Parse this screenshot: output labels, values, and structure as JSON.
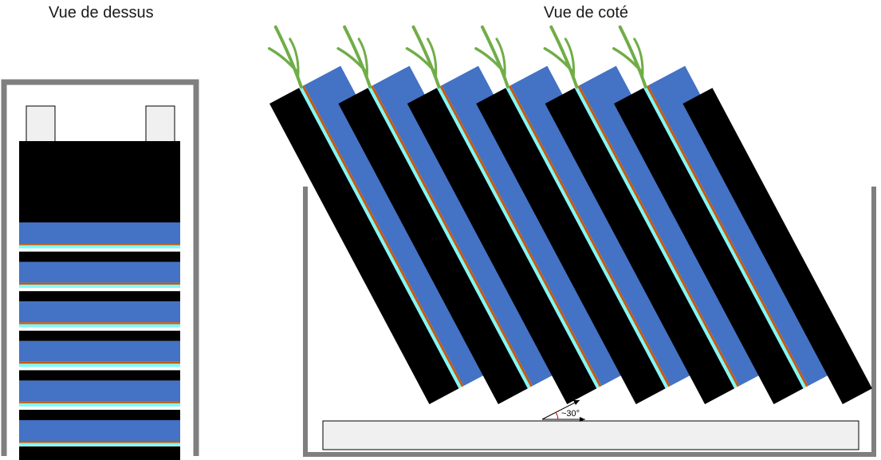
{
  "titles": {
    "top_view": "Vue de dessus",
    "side_view": "Vue de coté"
  },
  "annotation": {
    "angle_label": "~30°"
  },
  "diagram": {
    "strip_count": 6,
    "panel_count": 6
  },
  "colors": {
    "frame": "#7f7f7f",
    "black_layer": "#000000",
    "blue_layer": "#4472c4",
    "orange_layer": "#c55a11",
    "cyan_layer": "#7ff8f8",
    "base_plate": "#f0f0f0",
    "sprout": "#70ad47"
  }
}
